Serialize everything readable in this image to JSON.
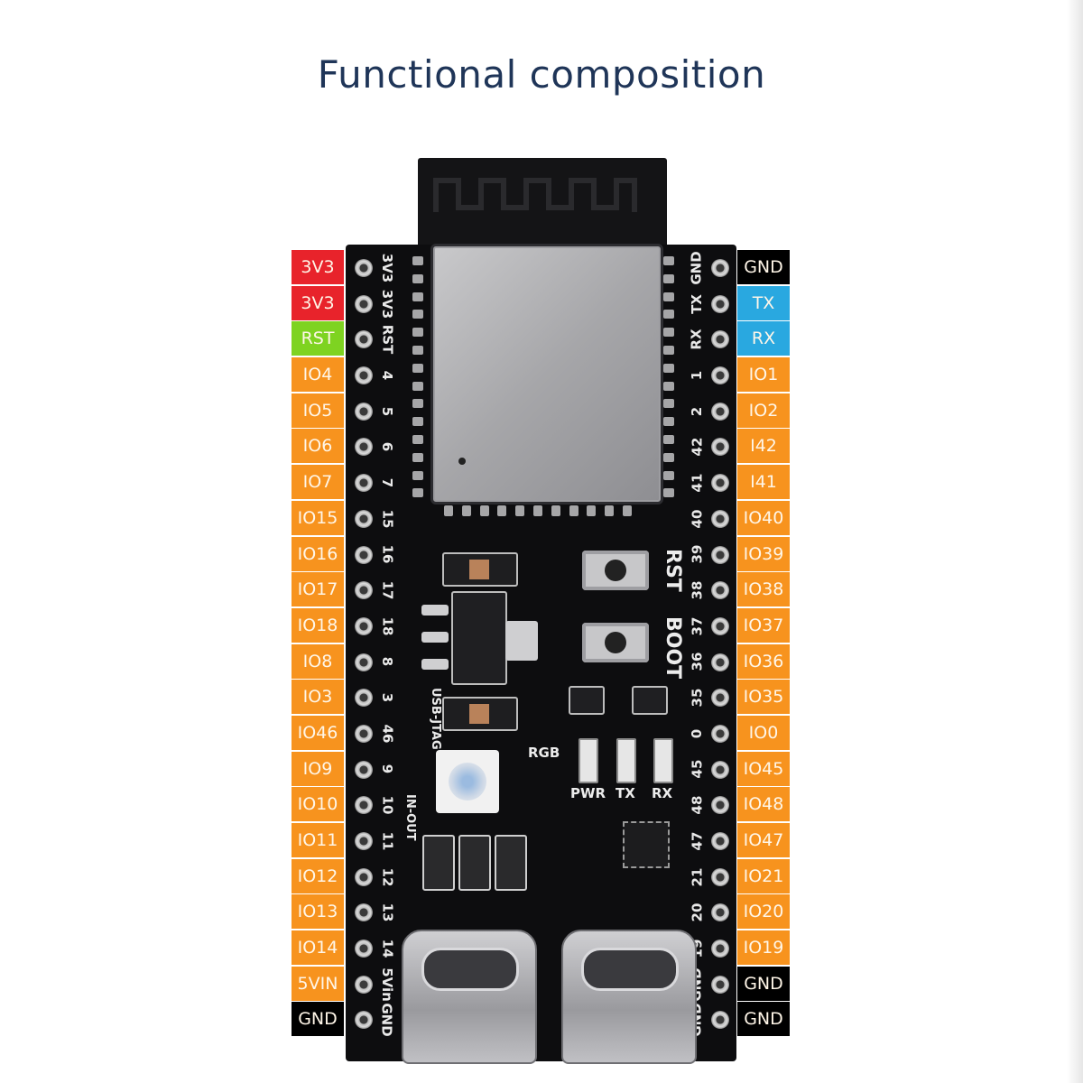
{
  "title": "Functional composition",
  "left_pins": [
    {
      "label": "3V3",
      "color": "#e8232b",
      "silk": "3V3"
    },
    {
      "label": "3V3",
      "color": "#e8232b",
      "silk": "3V3"
    },
    {
      "label": "RST",
      "color": "#7ed321",
      "silk": "RST"
    },
    {
      "label": "IO4",
      "color": "#f7931e",
      "silk": "4"
    },
    {
      "label": "IO5",
      "color": "#f7931e",
      "silk": "5"
    },
    {
      "label": "IO6",
      "color": "#f7931e",
      "silk": "6"
    },
    {
      "label": "IO7",
      "color": "#f7931e",
      "silk": "7"
    },
    {
      "label": "IO15",
      "color": "#f7931e",
      "silk": "15"
    },
    {
      "label": "IO16",
      "color": "#f7931e",
      "silk": "16"
    },
    {
      "label": "IO17",
      "color": "#f7931e",
      "silk": "17"
    },
    {
      "label": "IO18",
      "color": "#f7931e",
      "silk": "18"
    },
    {
      "label": "IO8",
      "color": "#f7931e",
      "silk": "8"
    },
    {
      "label": "IO3",
      "color": "#f7931e",
      "silk": "3"
    },
    {
      "label": "IO46",
      "color": "#f7931e",
      "silk": "46"
    },
    {
      "label": "IO9",
      "color": "#f7931e",
      "silk": "9"
    },
    {
      "label": "IO10",
      "color": "#f7931e",
      "silk": "10"
    },
    {
      "label": "IO11",
      "color": "#f7931e",
      "silk": "11"
    },
    {
      "label": "IO12",
      "color": "#f7931e",
      "silk": "12"
    },
    {
      "label": "IO13",
      "color": "#f7931e",
      "silk": "13"
    },
    {
      "label": "IO14",
      "color": "#f7931e",
      "silk": "14"
    },
    {
      "label": "5VIN",
      "color": "#f7931e",
      "silk": "5Vin"
    },
    {
      "label": "GND",
      "color": "#000000",
      "silk": "GND"
    }
  ],
  "right_pins": [
    {
      "label": "GND",
      "color": "#000000",
      "silk": "GND"
    },
    {
      "label": "TX",
      "color": "#29a8e0",
      "silk": "TX"
    },
    {
      "label": "RX",
      "color": "#29a8e0",
      "silk": "RX"
    },
    {
      "label": "IO1",
      "color": "#f7931e",
      "silk": "1"
    },
    {
      "label": "IO2",
      "color": "#f7931e",
      "silk": "2"
    },
    {
      "label": "I42",
      "color": "#f7931e",
      "silk": "42"
    },
    {
      "label": "I41",
      "color": "#f7931e",
      "silk": "41"
    },
    {
      "label": "IO40",
      "color": "#f7931e",
      "silk": "40"
    },
    {
      "label": "IO39",
      "color": "#f7931e",
      "silk": "39"
    },
    {
      "label": "IO38",
      "color": "#f7931e",
      "silk": "38"
    },
    {
      "label": "IO37",
      "color": "#f7931e",
      "silk": "37"
    },
    {
      "label": "IO36",
      "color": "#f7931e",
      "silk": "36"
    },
    {
      "label": "IO35",
      "color": "#f7931e",
      "silk": "35"
    },
    {
      "label": "IO0",
      "color": "#f7931e",
      "silk": "0"
    },
    {
      "label": "IO45",
      "color": "#f7931e",
      "silk": "45"
    },
    {
      "label": "IO48",
      "color": "#f7931e",
      "silk": "48"
    },
    {
      "label": "IO47",
      "color": "#f7931e",
      "silk": "47"
    },
    {
      "label": "IO21",
      "color": "#f7931e",
      "silk": "21"
    },
    {
      "label": "IO20",
      "color": "#f7931e",
      "silk": "20"
    },
    {
      "label": "IO19",
      "color": "#f7931e",
      "silk": "19"
    },
    {
      "label": "GND",
      "color": "#000000",
      "silk": "GND"
    },
    {
      "label": "GND",
      "color": "#000000",
      "silk": "GND"
    }
  ],
  "board_silk": {
    "rst_button": "RST",
    "boot_button": "BOOT",
    "rgb": "RGB",
    "pwr_led": "PWR",
    "tx_led": "TX",
    "rx_led": "RX",
    "usb_jtag": "USB-JTAG",
    "in_out": "IN-OUT"
  }
}
